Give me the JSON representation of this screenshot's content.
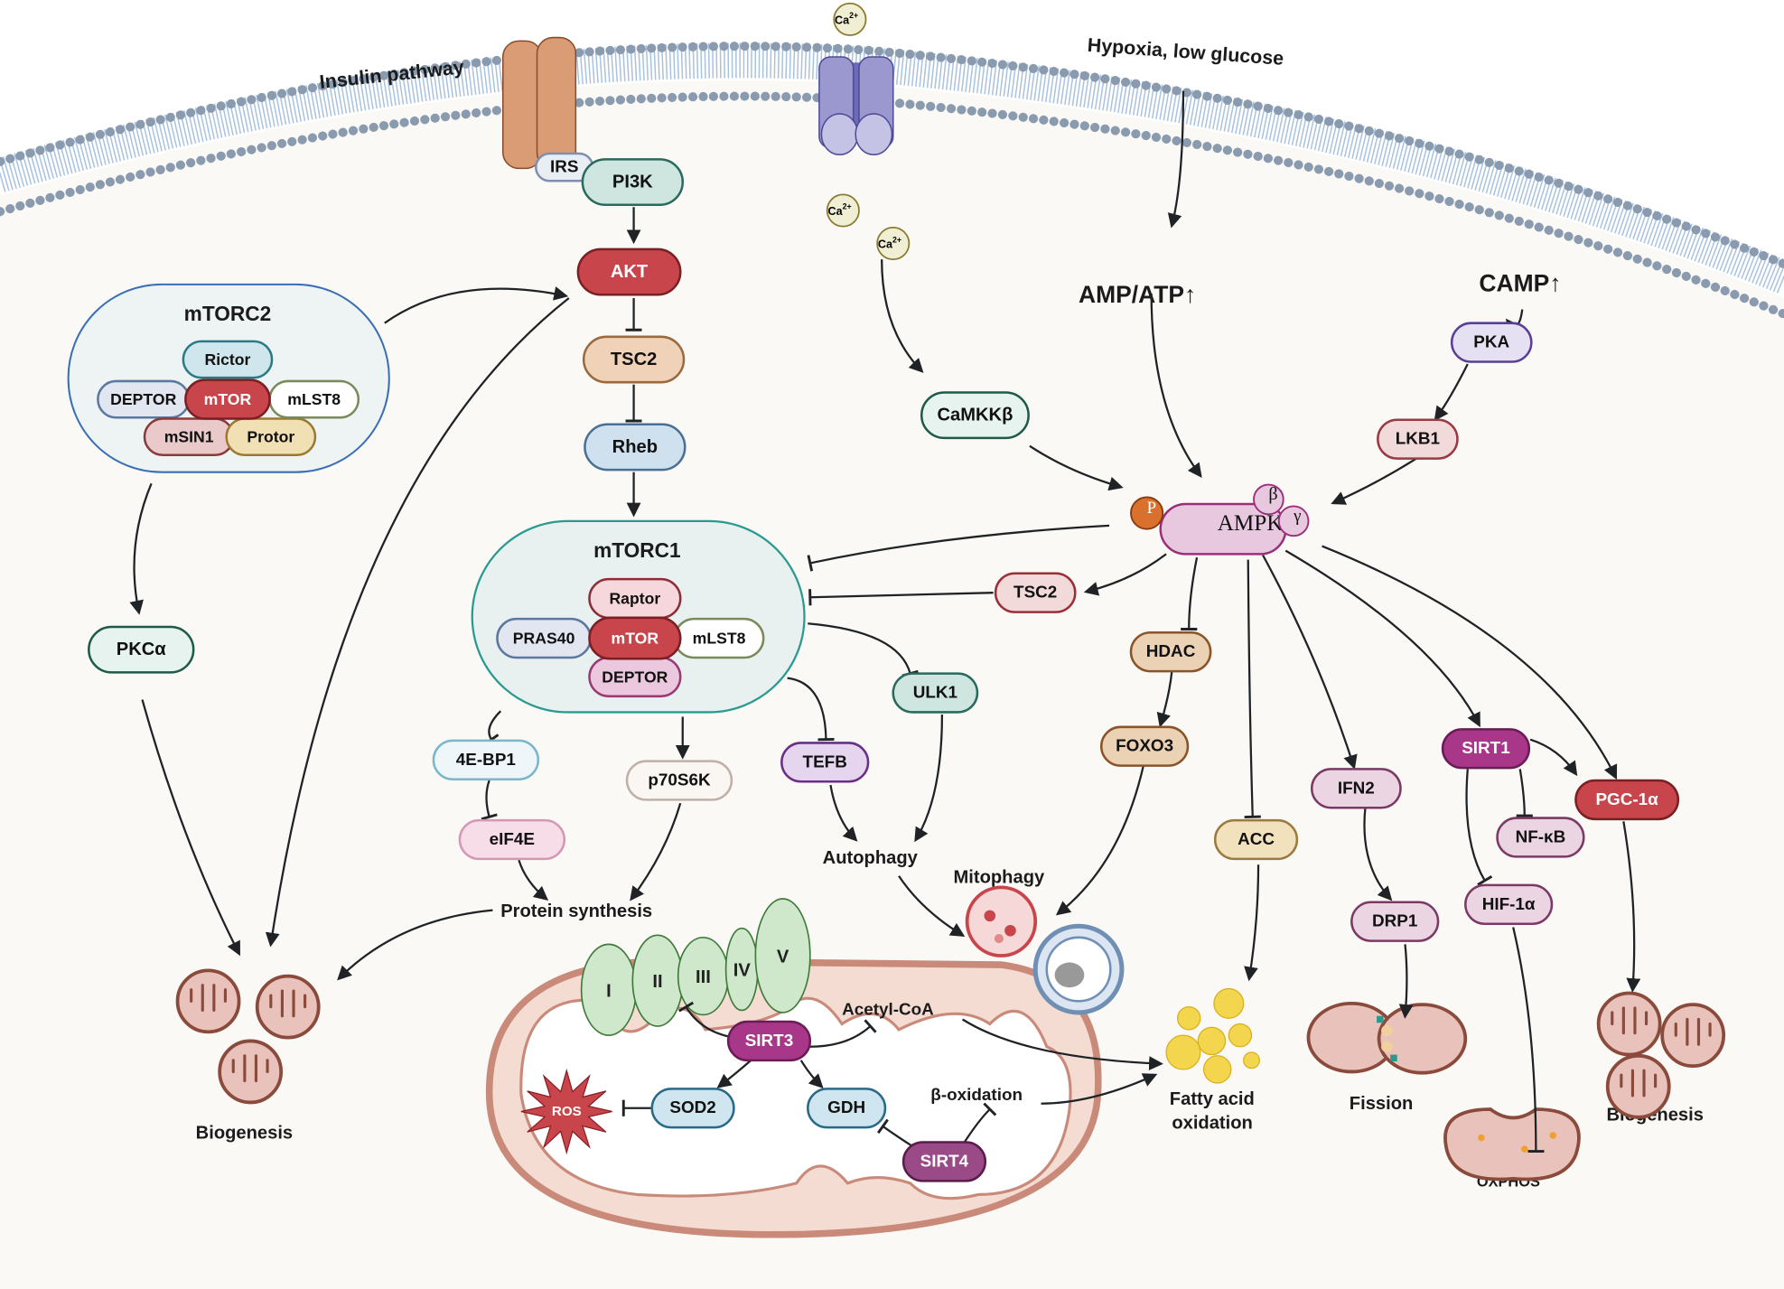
{
  "title": "AMPK / mTOR / sirtuin signaling in mitochondrial regulation",
  "labels": {
    "insulin_pathway": "Insulin pathway",
    "hypoxia": "Hypoxia, low glucose",
    "amp_atp": "AMP/ATP↑",
    "camp": "CAMP↑",
    "protein_synthesis": "Protein synthesis",
    "autophagy": "Autophagy",
    "mitophagy": "Mitophagy",
    "biogenesis_left": "Biogenesis",
    "biogenesis_right": "Biogenesis",
    "fatty_acid_oxidation_1": "Fatty acid",
    "fatty_acid_oxidation_2": "oxidation",
    "fission": "Fission",
    "oxphos": "OXPHOS",
    "acetyl_coa": "Acetyl-CoA",
    "beta_oxidation": "β-oxidation",
    "ca_ion": "Ca",
    "ca_charge": "2+"
  },
  "complexes": {
    "mtorc2": {
      "title": "mTORC2",
      "subunits": [
        "Rictor",
        "DEPTOR",
        "mTOR",
        "mLST8",
        "mSIN1",
        "Protor"
      ]
    },
    "mtorc1": {
      "title": "mTORC1",
      "subunits": [
        "Raptor",
        "PRAS40",
        "mTOR",
        "mLST8",
        "DEPTOR"
      ]
    }
  },
  "etc_complexes": [
    "I",
    "II",
    "III",
    "IV",
    "V"
  ],
  "nodes": {
    "irs": "IRS",
    "pi3k": "PI3K",
    "akt": "AKT",
    "tsc2_top": "TSC2",
    "rheb": "Rheb",
    "pkca": "PKCα",
    "camkkb": "CaMKKβ",
    "pka": "PKA",
    "lkb1": "LKB1",
    "ampk": "AMPKα",
    "ampk_p": "P",
    "ampk_beta": "β",
    "ampk_gamma": "γ",
    "tsc2_mid": "TSC2",
    "hdac": "HDAC",
    "foxo3": "FOXO3",
    "acc": "ACC",
    "ifn2": "IFN2",
    "drp1": "DRP1",
    "sirt1": "SIRT1",
    "nfkb": "NF-κB",
    "hif1a": "HIF-1α",
    "pgc1a": "PGC-1α",
    "ulk1": "ULK1",
    "tefb": "TEFB",
    "ebp1": "4E-BP1",
    "eif4e": "eIF4E",
    "p70s6k": "p70S6K",
    "sirt3": "SIRT3",
    "sod2": "SOD2",
    "gdh": "GDH",
    "sirt4": "SIRT4",
    "ros": "ROS"
  },
  "colors": {
    "membrane_head": "#8a9bb0",
    "membrane_tail": "#a9c2de",
    "cytoplasm": "#faf9f5",
    "akt_red": "#c8454b",
    "sirt_purple": "#a8378a",
    "ampk_pink": "#e8c8df",
    "mito_outer": "#c98a7a",
    "etc_green": "#cfe8cc"
  }
}
